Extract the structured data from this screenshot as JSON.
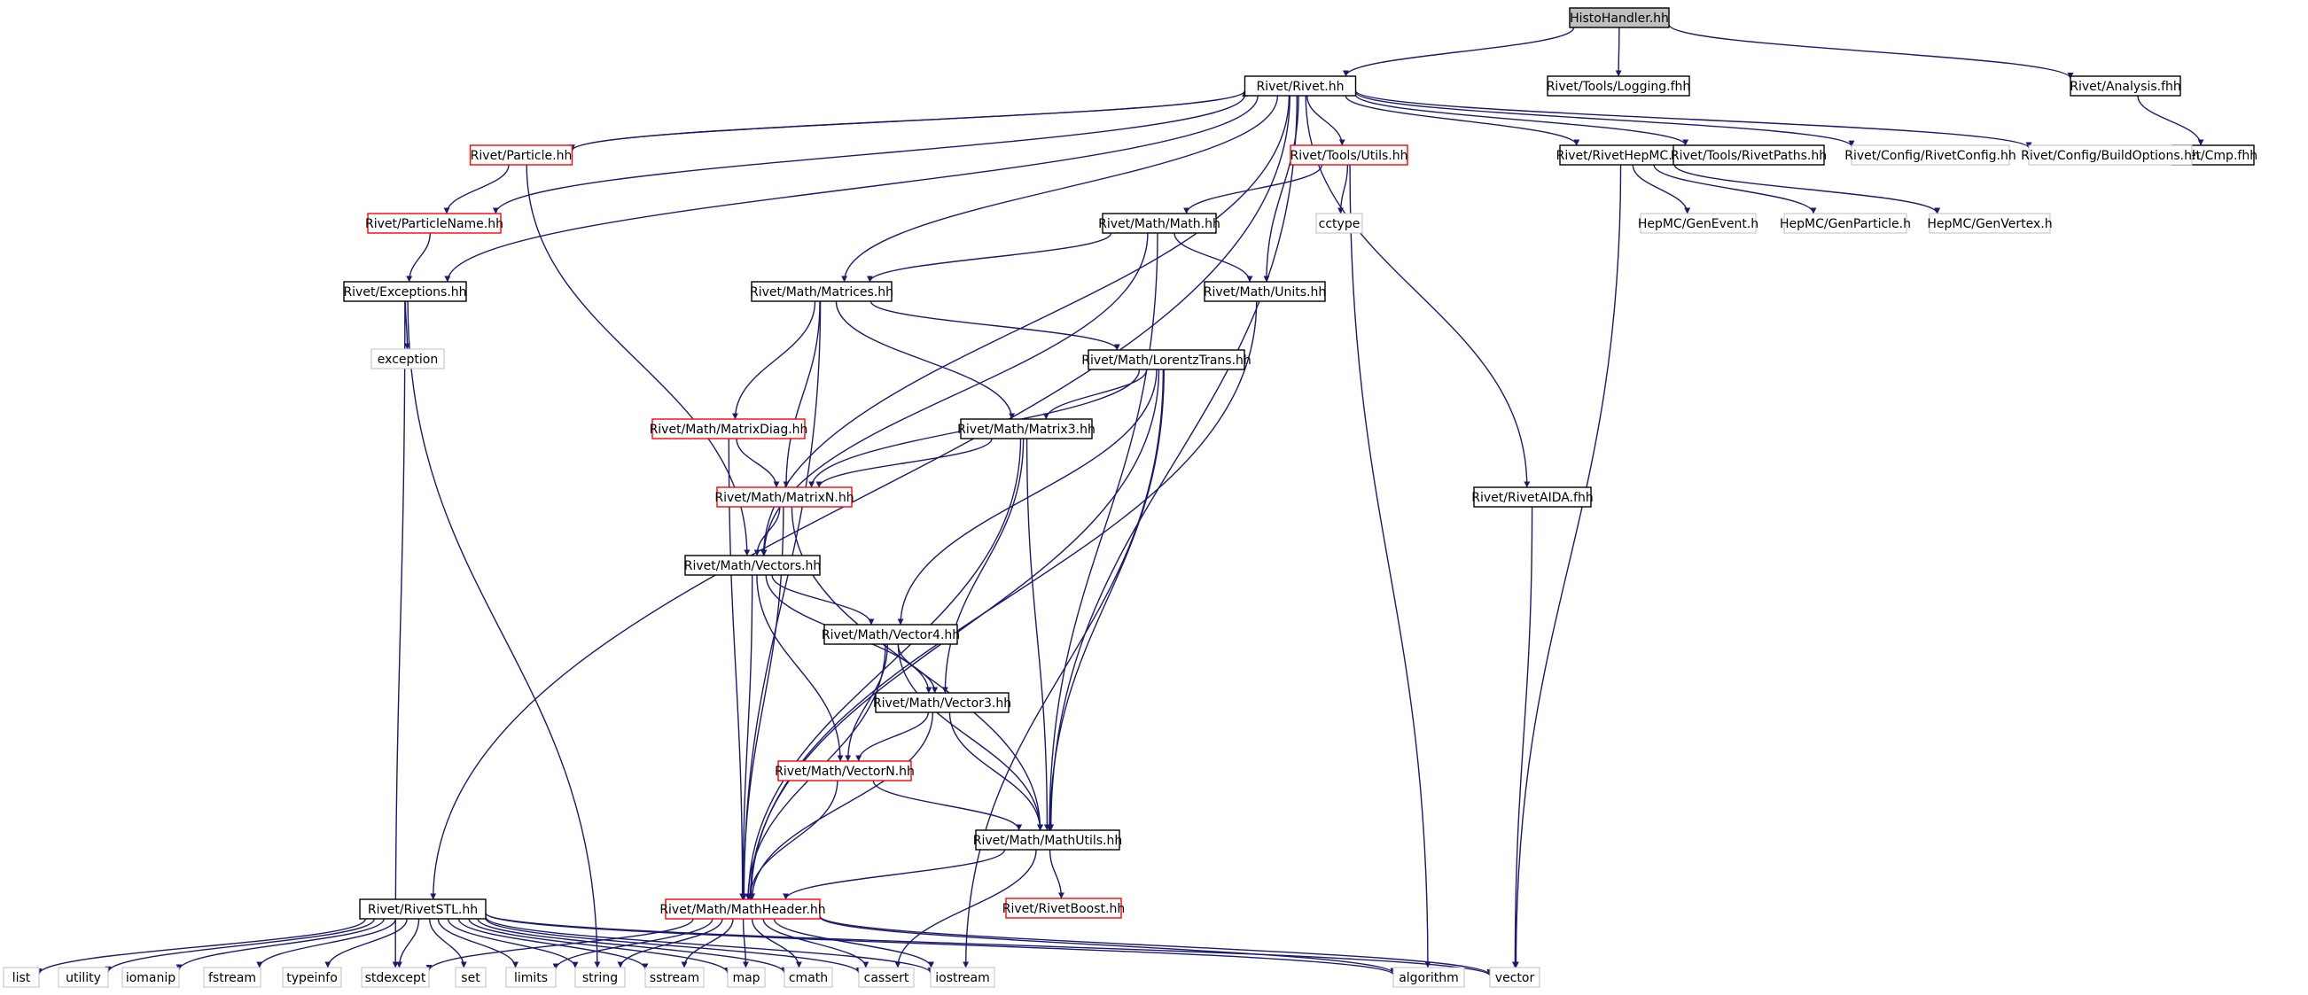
{
  "colors": {
    "edge": "#191970",
    "border_normal": "#000000",
    "border_truncated": "#ff0000",
    "border_external": "#bfbfbf",
    "root_fill": "#bfbfbf",
    "text": "#000000"
  },
  "nodes": [
    {
      "id": "root",
      "label": "HistoHandler.hh",
      "style": "root"
    },
    {
      "id": "rivet",
      "label": "Rivet/Rivet.hh",
      "style": "normal"
    },
    {
      "id": "logging",
      "label": "Rivet/Tools/Logging.fhh",
      "style": "normal"
    },
    {
      "id": "analysisf",
      "label": "Rivet/Analysis.fhh",
      "style": "normal"
    },
    {
      "id": "cmp",
      "label": "Rivet/Cmp.fhh",
      "style": "normal"
    },
    {
      "id": "particle",
      "label": "Rivet/Particle.hh",
      "style": "red"
    },
    {
      "id": "toolsutils",
      "label": "Rivet/Tools/Utils.hh",
      "style": "red"
    },
    {
      "id": "rivethepmc",
      "label": "Rivet/RivetHepMC.hh",
      "style": "normal"
    },
    {
      "id": "rivetpaths",
      "label": "Rivet/Tools/RivetPaths.hh",
      "style": "normal"
    },
    {
      "id": "rivetconfig",
      "label": "Rivet/Config/RivetConfig.hh",
      "style": "gray"
    },
    {
      "id": "buildoptions",
      "label": "Rivet/Config/BuildOptions.hh",
      "style": "gray"
    },
    {
      "id": "particlename",
      "label": "Rivet/ParticleName.hh",
      "style": "red"
    },
    {
      "id": "mathmath",
      "label": "Rivet/Math/Math.hh",
      "style": "normal"
    },
    {
      "id": "cctype",
      "label": "cctype",
      "style": "gray"
    },
    {
      "id": "genevent",
      "label": "HepMC/GenEvent.h",
      "style": "gray"
    },
    {
      "id": "genparticle",
      "label": "HepMC/GenParticle.h",
      "style": "gray"
    },
    {
      "id": "genvertex",
      "label": "HepMC/GenVertex.h",
      "style": "gray"
    },
    {
      "id": "exceptions",
      "label": "Rivet/Exceptions.hh",
      "style": "normal"
    },
    {
      "id": "matrices",
      "label": "Rivet/Math/Matrices.hh",
      "style": "normal"
    },
    {
      "id": "units",
      "label": "Rivet/Math/Units.hh",
      "style": "normal"
    },
    {
      "id": "exception",
      "label": "exception",
      "style": "gray"
    },
    {
      "id": "lorentz",
      "label": "Rivet/Math/LorentzTrans.hh",
      "style": "normal"
    },
    {
      "id": "matrixdiag",
      "label": "Rivet/Math/MatrixDiag.hh",
      "style": "red"
    },
    {
      "id": "matrix3",
      "label": "Rivet/Math/Matrix3.hh",
      "style": "normal"
    },
    {
      "id": "rivetaida",
      "label": "Rivet/RivetAIDA.fhh",
      "style": "normal"
    },
    {
      "id": "matrixn",
      "label": "Rivet/Math/MatrixN.hh",
      "style": "red"
    },
    {
      "id": "vectors",
      "label": "Rivet/Math/Vectors.hh",
      "style": "normal"
    },
    {
      "id": "vector4",
      "label": "Rivet/Math/Vector4.hh",
      "style": "normal"
    },
    {
      "id": "vector3",
      "label": "Rivet/Math/Vector3.hh",
      "style": "normal"
    },
    {
      "id": "vectorn",
      "label": "Rivet/Math/VectorN.hh",
      "style": "red"
    },
    {
      "id": "mathutils",
      "label": "Rivet/Math/MathUtils.hh",
      "style": "normal"
    },
    {
      "id": "rivetboost",
      "label": "Rivet/RivetBoost.hh",
      "style": "red"
    },
    {
      "id": "rivetstl",
      "label": "Rivet/RivetSTL.hh",
      "style": "normal"
    },
    {
      "id": "mathheader",
      "label": "Rivet/Math/MathHeader.hh",
      "style": "red"
    },
    {
      "id": "list",
      "label": "list",
      "style": "gray"
    },
    {
      "id": "utility",
      "label": "utility",
      "style": "gray"
    },
    {
      "id": "iomanip",
      "label": "iomanip",
      "style": "gray"
    },
    {
      "id": "fstream",
      "label": "fstream",
      "style": "gray"
    },
    {
      "id": "typeinfo",
      "label": "typeinfo",
      "style": "gray"
    },
    {
      "id": "stdexcept",
      "label": "stdexcept",
      "style": "gray"
    },
    {
      "id": "set",
      "label": "set",
      "style": "gray"
    },
    {
      "id": "limits",
      "label": "limits",
      "style": "gray"
    },
    {
      "id": "string",
      "label": "string",
      "style": "gray"
    },
    {
      "id": "sstream",
      "label": "sstream",
      "style": "gray"
    },
    {
      "id": "map",
      "label": "map",
      "style": "gray"
    },
    {
      "id": "cmath",
      "label": "cmath",
      "style": "gray"
    },
    {
      "id": "cassert",
      "label": "cassert",
      "style": "gray"
    },
    {
      "id": "iostream",
      "label": "iostream",
      "style": "gray"
    },
    {
      "id": "algorithm",
      "label": "algorithm",
      "style": "gray"
    },
    {
      "id": "vector",
      "label": "vector",
      "style": "gray"
    }
  ],
  "edges": [
    [
      "root",
      "rivet"
    ],
    [
      "root",
      "logging"
    ],
    [
      "root",
      "analysisf"
    ],
    [
      "analysisf",
      "cmp"
    ],
    [
      "rivet",
      "particle"
    ],
    [
      "rivet",
      "toolsutils"
    ],
    [
      "rivet",
      "rivethepmc"
    ],
    [
      "rivet",
      "rivetpaths"
    ],
    [
      "rivet",
      "rivetconfig"
    ],
    [
      "rivet",
      "buildoptions"
    ],
    [
      "rivet",
      "particlename"
    ],
    [
      "rivet",
      "exceptions"
    ],
    [
      "rivet",
      "matrices"
    ],
    [
      "rivet",
      "units"
    ],
    [
      "rivet",
      "vectors"
    ],
    [
      "rivet",
      "mathutils"
    ],
    [
      "rivet",
      "rivetaida"
    ],
    [
      "rivet",
      "rivetstl"
    ],
    [
      "particle",
      "rivet"
    ],
    [
      "particle",
      "particlename"
    ],
    [
      "particle",
      "vectors"
    ],
    [
      "particlename",
      "exceptions"
    ],
    [
      "toolsutils",
      "mathmath"
    ],
    [
      "toolsutils",
      "cctype"
    ],
    [
      "toolsutils",
      "algorithm"
    ],
    [
      "rivethepmc",
      "genevent"
    ],
    [
      "rivethepmc",
      "genparticle"
    ],
    [
      "rivethepmc",
      "genvertex"
    ],
    [
      "rivethepmc",
      "vector"
    ],
    [
      "mathmath",
      "matrices"
    ],
    [
      "mathmath",
      "units"
    ],
    [
      "mathmath",
      "vectors"
    ],
    [
      "mathmath",
      "mathutils"
    ],
    [
      "exceptions",
      "exception"
    ],
    [
      "exceptions",
      "stdexcept"
    ],
    [
      "exceptions",
      "string"
    ],
    [
      "units",
      "mathheader"
    ],
    [
      "matrices",
      "lorentz"
    ],
    [
      "matrices",
      "matrixdiag"
    ],
    [
      "matrices",
      "matrix3"
    ],
    [
      "matrices",
      "matrixn"
    ],
    [
      "matrices",
      "mathheader"
    ],
    [
      "lorentz",
      "matrixn"
    ],
    [
      "lorentz",
      "matrix3"
    ],
    [
      "lorentz",
      "vector4"
    ],
    [
      "lorentz",
      "mathutils"
    ],
    [
      "lorentz",
      "mathheader"
    ],
    [
      "lorentz",
      "iostream"
    ],
    [
      "matrixdiag",
      "matrixn"
    ],
    [
      "matrixdiag",
      "mathheader"
    ],
    [
      "matrix3",
      "matrixn"
    ],
    [
      "matrix3",
      "vector3"
    ],
    [
      "matrix3",
      "mathutils"
    ],
    [
      "matrix3",
      "mathheader"
    ],
    [
      "matrixn",
      "vectors"
    ],
    [
      "matrixn",
      "mathutils"
    ],
    [
      "matrixn",
      "mathheader"
    ],
    [
      "rivetaida",
      "vector"
    ],
    [
      "vectors",
      "vector4"
    ],
    [
      "vectors",
      "vector3"
    ],
    [
      "vectors",
      "vectorn"
    ],
    [
      "vectors",
      "mathheader"
    ],
    [
      "vector4",
      "vector3"
    ],
    [
      "vector4",
      "vectorn"
    ],
    [
      "vector4",
      "mathutils"
    ],
    [
      "vector4",
      "mathheader"
    ],
    [
      "vector3",
      "vectorn"
    ],
    [
      "vector3",
      "mathutils"
    ],
    [
      "vector3",
      "mathheader"
    ],
    [
      "vectorn",
      "mathutils"
    ],
    [
      "vectorn",
      "mathheader"
    ],
    [
      "mathutils",
      "mathheader"
    ],
    [
      "mathutils",
      "rivetboost"
    ],
    [
      "mathutils",
      "cassert"
    ],
    [
      "rivetstl",
      "list"
    ],
    [
      "rivetstl",
      "utility"
    ],
    [
      "rivetstl",
      "iomanip"
    ],
    [
      "rivetstl",
      "fstream"
    ],
    [
      "rivetstl",
      "typeinfo"
    ],
    [
      "rivetstl",
      "stdexcept"
    ],
    [
      "rivetstl",
      "set"
    ],
    [
      "rivetstl",
      "limits"
    ],
    [
      "rivetstl",
      "string"
    ],
    [
      "rivetstl",
      "sstream"
    ],
    [
      "rivetstl",
      "map"
    ],
    [
      "rivetstl",
      "cmath"
    ],
    [
      "rivetstl",
      "cassert"
    ],
    [
      "rivetstl",
      "iostream"
    ],
    [
      "rivetstl",
      "algorithm"
    ],
    [
      "rivetstl",
      "vector"
    ],
    [
      "mathheader",
      "stdexcept"
    ],
    [
      "mathheader",
      "limits"
    ],
    [
      "mathheader",
      "string"
    ],
    [
      "mathheader",
      "sstream"
    ],
    [
      "mathheader",
      "map"
    ],
    [
      "mathheader",
      "cmath"
    ],
    [
      "mathheader",
      "cassert"
    ],
    [
      "mathheader",
      "iostream"
    ],
    [
      "mathheader",
      "algorithm"
    ],
    [
      "mathheader",
      "vector"
    ]
  ]
}
